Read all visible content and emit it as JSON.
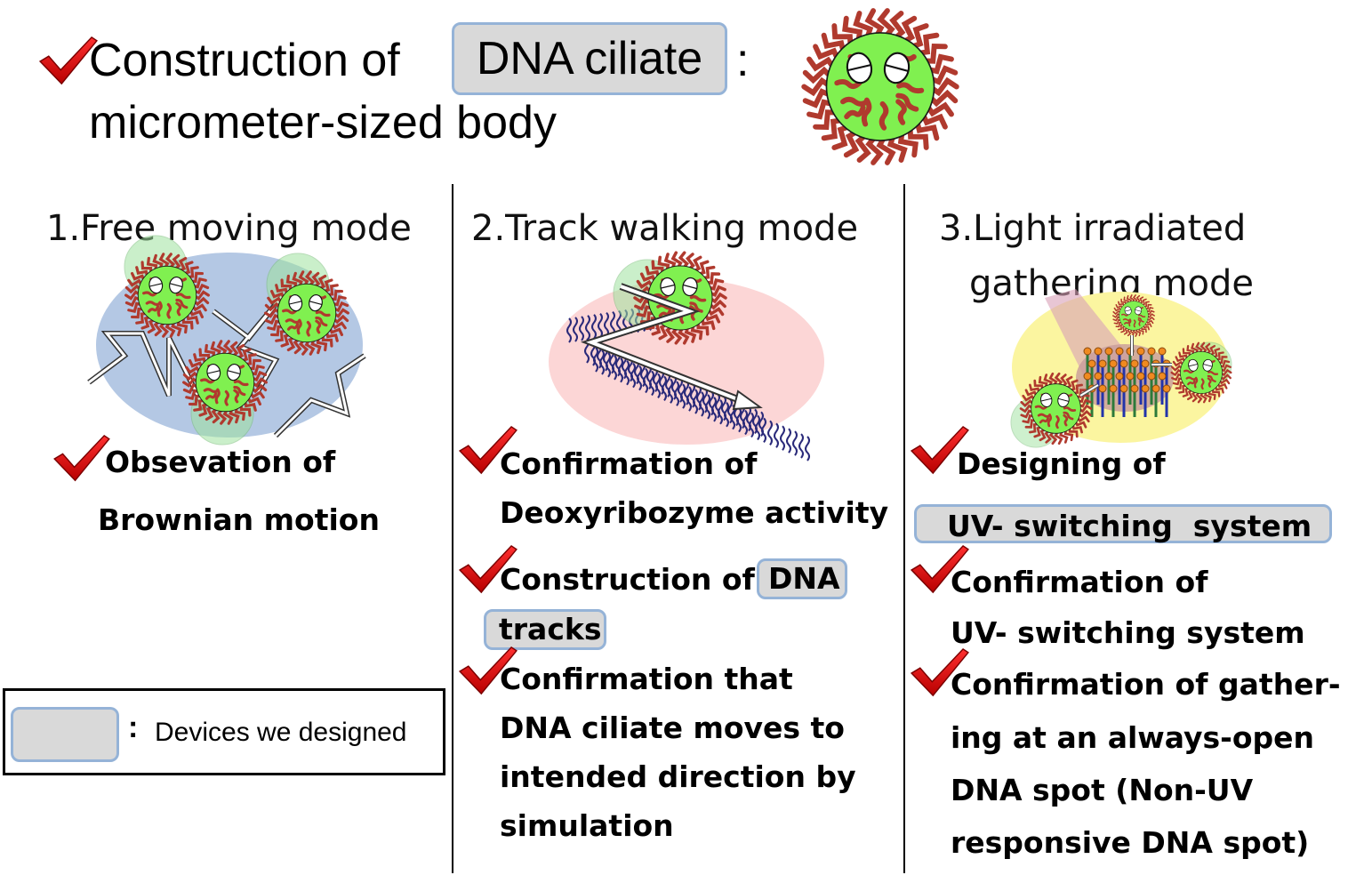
{
  "header": {
    "title_prefix": "Construction of",
    "title_highlight": "DNA ciliate",
    "title_suffix": ":",
    "subtitle": "micrometer-sized body",
    "mascot_icon": "dna-ciliate-icon"
  },
  "colors": {
    "highlight_fill": "#d9d9d9",
    "highlight_border": "#95b3d7",
    "check_red": "#e0141a",
    "body_green": "#80f050",
    "cilia_red": "#b03a2e",
    "mode1_bg": "#b4c8e4",
    "mode2_bg": "#fcd6d6",
    "mode3_bg": "#fbf5a0"
  },
  "modes": [
    {
      "title": "1.Free moving mode",
      "illustration": "brownian-motion-illustration",
      "items": [
        {
          "lines": [
            "Obsevation of",
            "Brownian motion"
          ],
          "checked": true
        }
      ]
    },
    {
      "title": "2.Track walking mode",
      "illustration": "track-walking-illustration",
      "items": [
        {
          "lines": [
            "Confirmation of",
            "Deoxyribozyme activity"
          ],
          "checked": true
        },
        {
          "prefix": "Construction of",
          "highlight_a": "DNA",
          "highlight_b": "tracks",
          "checked": true
        },
        {
          "lines": [
            "Confirmation that",
            "DNA ciliate moves to",
            "intended direction by",
            "simulation"
          ],
          "checked": true
        }
      ]
    },
    {
      "title_lines": [
        "3.Light irradiated",
        "gathering mode"
      ],
      "illustration": "gathering-illustration",
      "items": [
        {
          "lines": [
            "Designing of"
          ],
          "highlight": "UV- switching  system",
          "checked": true
        },
        {
          "lines": [
            "Confirmation of",
            "UV- switching system"
          ],
          "checked": true
        },
        {
          "lines": [
            "Confirmation of gather-",
            "ing at an always-open",
            "DNA spot (Non-UV",
            "responsive DNA spot)"
          ],
          "checked": true
        }
      ]
    }
  ],
  "legend": {
    "colon": ":",
    "label": "Devices we designed"
  }
}
